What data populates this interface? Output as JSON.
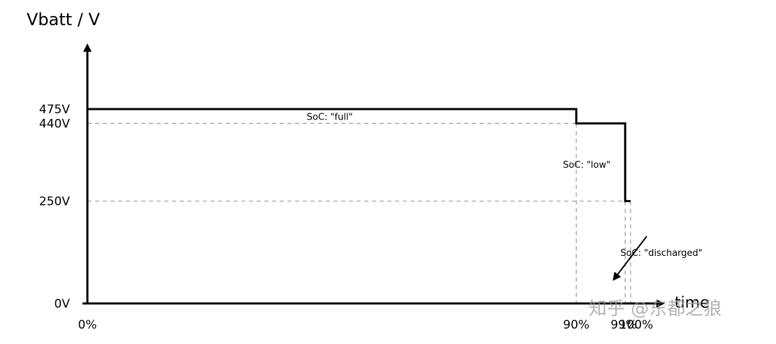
{
  "chart_data": {
    "type": "line",
    "title": "",
    "ylabel": "Vbatt / V",
    "xlabel": "time",
    "x_ticks": [
      {
        "value": 0,
        "label": "0%"
      },
      {
        "value": 90,
        "label": "90%"
      },
      {
        "value": 99,
        "label": "99%"
      },
      {
        "value": 100,
        "label": "100%"
      }
    ],
    "y_ticks": [
      {
        "value": 0,
        "label": "0V"
      },
      {
        "value": 250,
        "label": "250V"
      },
      {
        "value": 440,
        "label": "440V"
      },
      {
        "value": 475,
        "label": "475V"
      }
    ],
    "xlim": [
      0,
      100
    ],
    "ylim": [
      0,
      475
    ],
    "series": [
      {
        "x": [
          0,
          90,
          90,
          99,
          99,
          100
        ],
        "y": [
          475,
          475,
          440,
          440,
          250,
          250
        ]
      }
    ],
    "annotations": [
      {
        "text": "SoC: \"full\"",
        "x": 45,
        "y": 457
      },
      {
        "text": "SoC: \"low\"",
        "x": 94.5,
        "y": 340
      },
      {
        "text": "SoC: \"discharged\"",
        "x": 99.5,
        "y": 125
      }
    ]
  },
  "watermark": "知乎 @东都之狼"
}
